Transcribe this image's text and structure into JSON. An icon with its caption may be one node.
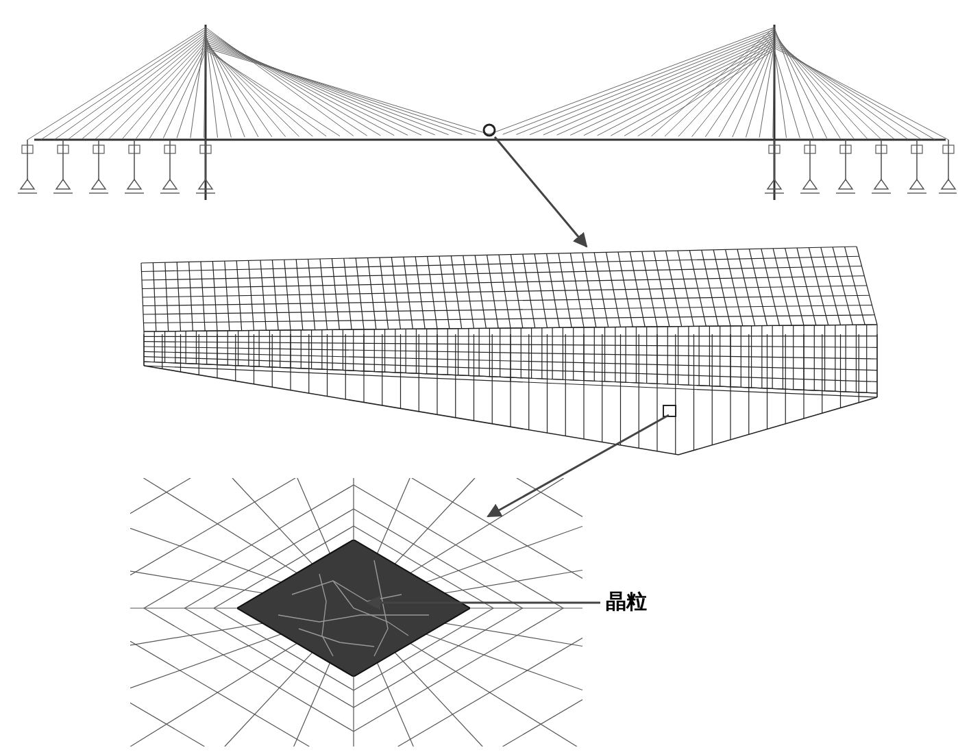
{
  "diagram": {
    "nodes": [
      {
        "text": [],
        "shape": "picture"
      },
      {
        "text": [],
        "shape": "picture"
      },
      {
        "text": [],
        "shape": "picture"
      },
      {
        "text": [
          "晶粒"
        ]
      },
      {
        "text": [],
        "shape": "picture",
        "in": 2
      }
    ],
    "edges": [
      {
        "from": 0,
        "to": 1,
        "arrow": "to"
      },
      {
        "from": 1,
        "to": 2,
        "arrow": "to"
      },
      {
        "from": 3,
        "to": 4,
        "arrow": "to"
      }
    ]
  }
}
